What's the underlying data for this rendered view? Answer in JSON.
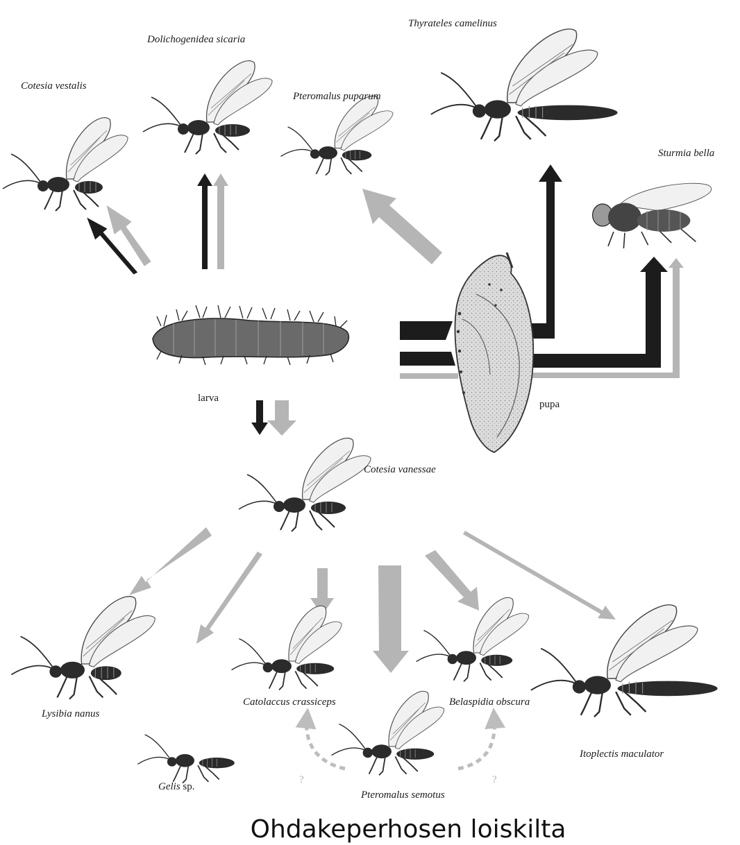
{
  "caption": "Ohdakeperhosen loiskilta",
  "host": {
    "larva_label": "larva",
    "pupa_label": "pupa"
  },
  "primary_parasitoids": {
    "cotesia_vestalis": {
      "genus": "Cotesia",
      "species": "vestalis"
    },
    "dolichogenidea_sicaria": {
      "genus": "Dolichogenidea",
      "species": "sicaria"
    },
    "pteromalus_puparum": {
      "genus": "Pteromalus",
      "species": "puparum"
    },
    "thyrateles_camelinus": {
      "genus": "Thyrateles",
      "species": "camelinus"
    },
    "sturmia_bella": {
      "genus": "Sturmia",
      "species": "bella"
    },
    "cotesia_vanessae": {
      "genus": "Cotesia",
      "species": "vanessae"
    }
  },
  "hyperparasitoids": {
    "lysibia_nanus": {
      "genus": "Lysibia",
      "species": "nanus"
    },
    "gelis_sp": {
      "genus": "Gelis",
      "species": "sp."
    },
    "catolaccus_crassiceps": {
      "genus": "Catolaccus",
      "species": "crassiceps"
    },
    "pteromalus_semotus": {
      "genus": "Pteromalus",
      "species": "semotus"
    },
    "belaspidia_obscura": {
      "genus": "Belaspidia",
      "species": "obscura"
    },
    "itoplectis_maculator": {
      "genus": "Itoplectis",
      "species": "maculator"
    }
  },
  "uncertain_mark": "?",
  "colors": {
    "black_arrow": "#1c1c1c",
    "grey_arrow": "#b5b5b5",
    "dashed_arrow": "#bdbdbd",
    "insect_body": "#2b2b2b",
    "wing_fill": "#f1f1f1",
    "pupa_fill": "#d9d9d9",
    "larva_fill": "#6a6a6a"
  },
  "icons": {
    "wasp": "wasp-icon",
    "fly": "fly-icon",
    "larva": "caterpillar-icon",
    "pupa": "chrysalis-icon"
  }
}
